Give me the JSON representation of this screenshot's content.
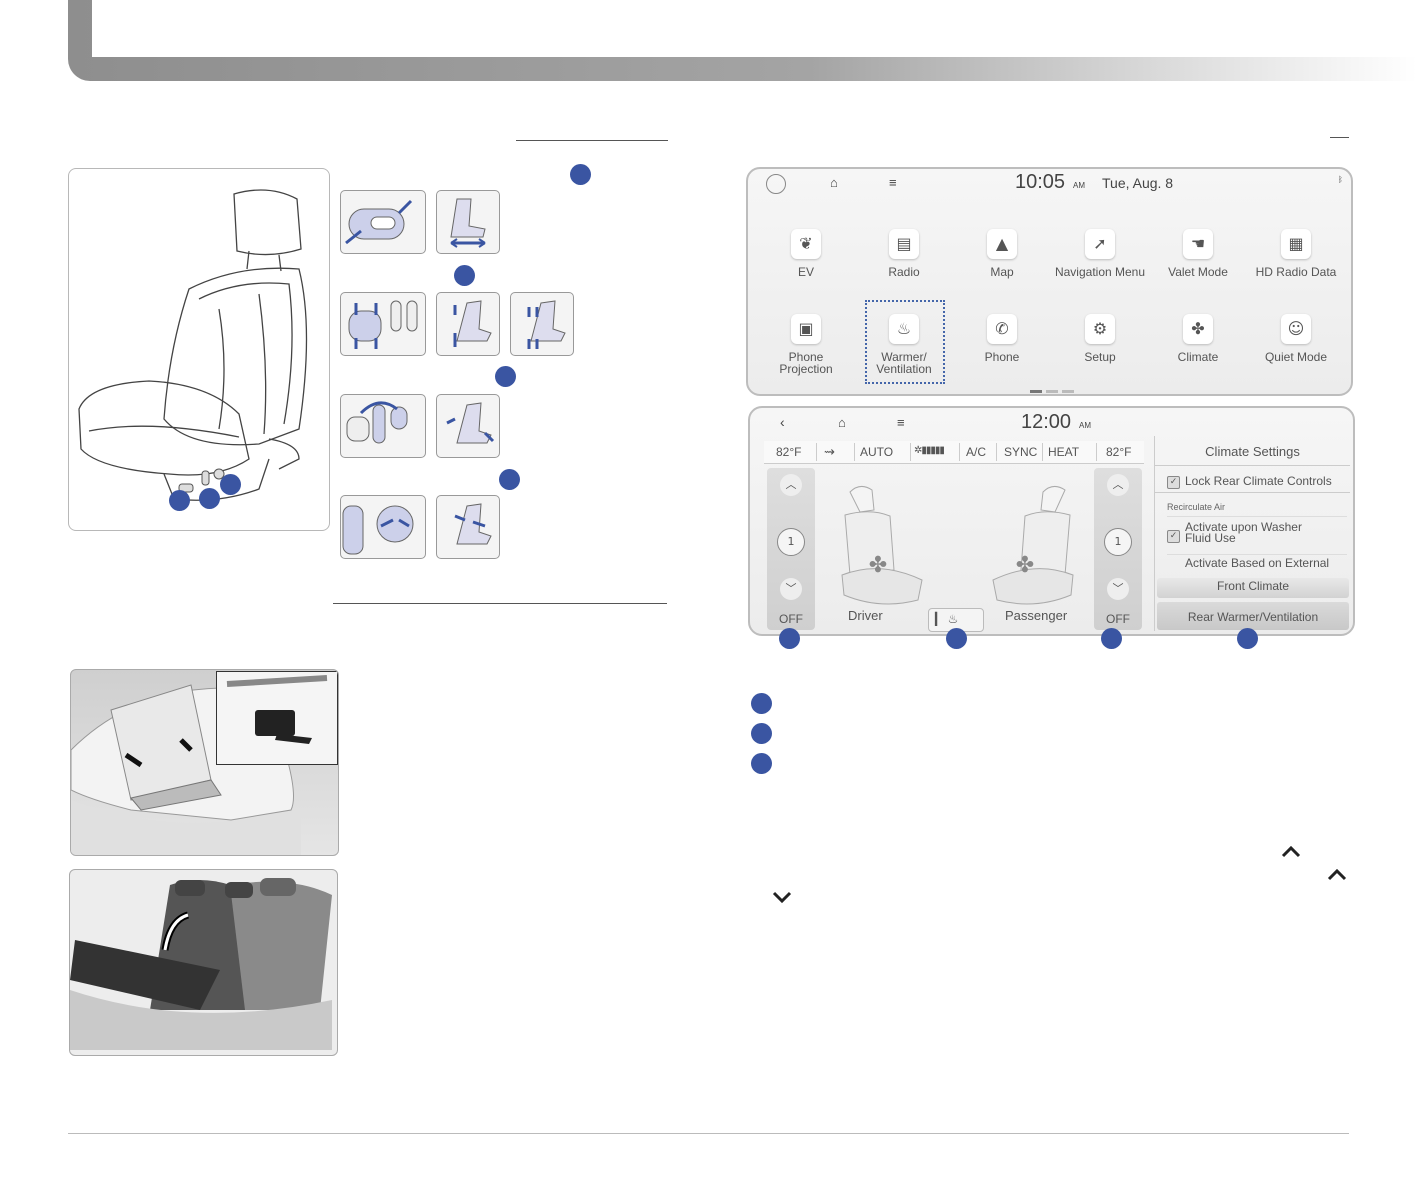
{
  "colors": {
    "badge": "#3a55a2",
    "rule": "#555555"
  },
  "screen_home": {
    "time": "10:05",
    "time_suffix": "AM",
    "date": "Tue, Aug. 8",
    "apps": [
      {
        "label": "EV",
        "icon": "ev-leaf-icon",
        "glyph": "❦"
      },
      {
        "label": "Radio",
        "icon": "radio-icon",
        "glyph": "▤"
      },
      {
        "label": "Map",
        "icon": "map-arrow-icon",
        "glyph": "▲"
      },
      {
        "label": "Navigation Menu",
        "icon": "navigation-icon",
        "glyph": "➚"
      },
      {
        "label": "Valet Mode",
        "icon": "valet-icon",
        "glyph": "☚"
      },
      {
        "label": "HD Radio Data",
        "icon": "hd-radio-icon",
        "glyph": "▦"
      },
      {
        "label": "Phone Projection",
        "icon": "phone-projection-icon",
        "glyph": "▣"
      },
      {
        "label": "Warmer/ Ventilation",
        "icon": "seat-warmer-icon",
        "glyph": "♨"
      },
      {
        "label": "Phone",
        "icon": "phone-icon",
        "glyph": "✆"
      },
      {
        "label": "Setup",
        "icon": "gear-icon",
        "glyph": "⚙"
      },
      {
        "label": "Climate",
        "icon": "fan-icon",
        "glyph": "✤"
      },
      {
        "label": "Quiet Mode",
        "icon": "quiet-mode-icon",
        "glyph": "☺"
      }
    ]
  },
  "screen_climate": {
    "time": "12:00",
    "time_suffix": "AM",
    "status_bar": {
      "left_temp": "82°F",
      "auto": "AUTO",
      "ac": "A/C",
      "sync": "SYNC",
      "heat": "HEAT",
      "right_temp": "82°F"
    },
    "left_level": "1",
    "right_level": "1",
    "left_off": "OFF",
    "right_off": "OFF",
    "driver": "Driver",
    "passenger": "Passenger",
    "settings": {
      "title": "Climate Settings",
      "lock_rear": "Lock Rear Climate Controls",
      "recirculate_header": "Recirculate Air",
      "washer_line1": "Activate upon Washer",
      "washer_line2": "Fluid Use",
      "external": "Activate Based on External",
      "front_tab": "Front Climate",
      "rear_tab": "Rear Warmer/Ventilation"
    }
  }
}
